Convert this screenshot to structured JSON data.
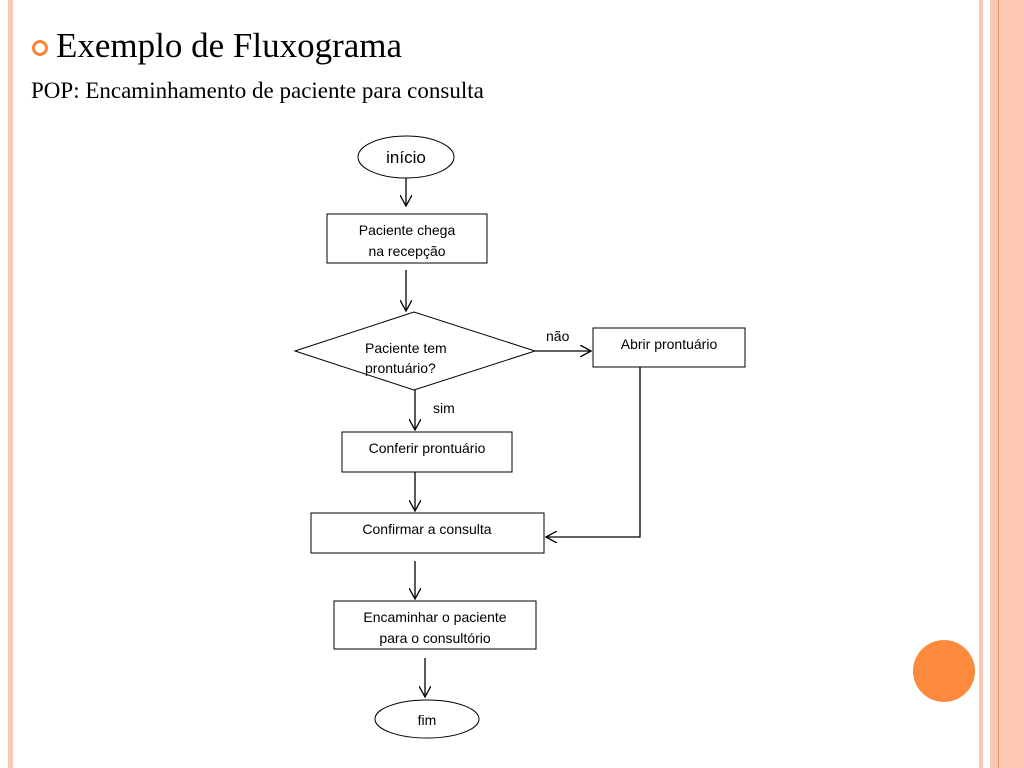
{
  "slide": {
    "title": "Exemplo de Fluxograma",
    "subtitle": "POP: Encaminhamento de paciente para consulta",
    "accent_color": "#f58733",
    "border_color": "#fbc8b4"
  },
  "flowchart": {
    "nodes": {
      "start": "início",
      "arrive": [
        "Paciente chega",
        "na recepção"
      ],
      "decision": [
        "Paciente tem",
        "prontuário?"
      ],
      "open_record": "Abrir prontuário",
      "check_record": "Conferir prontuário",
      "confirm": "Confirmar a consulta",
      "forward": [
        "Encaminhar o paciente",
        "para o consultório"
      ],
      "end": "fim"
    },
    "edge_labels": {
      "no": "não",
      "yes": "sim"
    }
  }
}
